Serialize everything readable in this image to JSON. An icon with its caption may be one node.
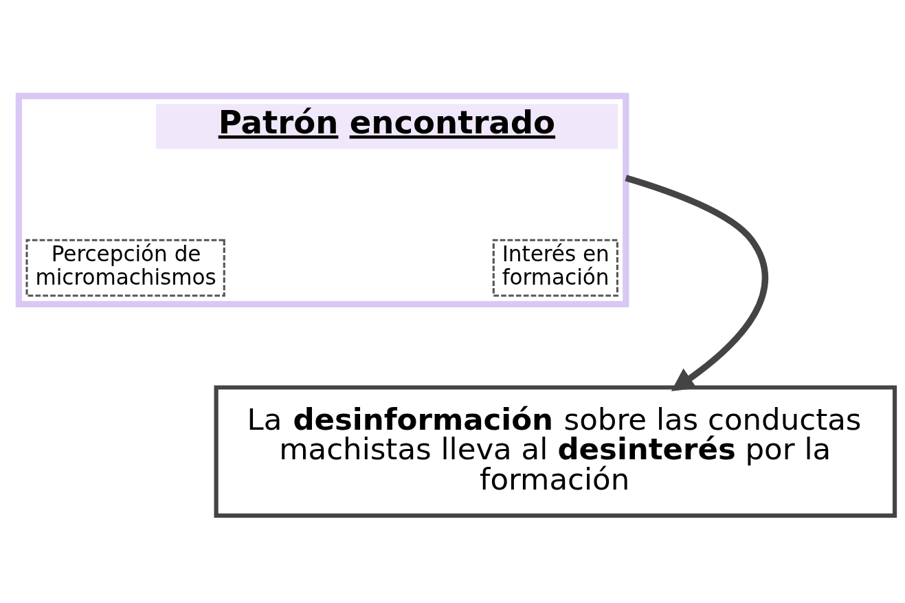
{
  "diagram": {
    "nodes": [
      {
        "text": [],
        "shape": "box"
      },
      {
        "text": [
          "Patrón encontrado"
        ],
        "in": 0
      },
      {
        "text": [
          "Percepción de micromachismos"
        ],
        "in": 0
      },
      {
        "text": [
          "Interés en formación"
        ],
        "in": 0
      },
      {
        "text": [
          "La **desinformación** sobre las conductas machistas lleva al **desinterés** por la formación"
        ]
      }
    ],
    "edges": [
      {
        "from": 0,
        "to": 4,
        "arrow": "to"
      }
    ]
  }
}
